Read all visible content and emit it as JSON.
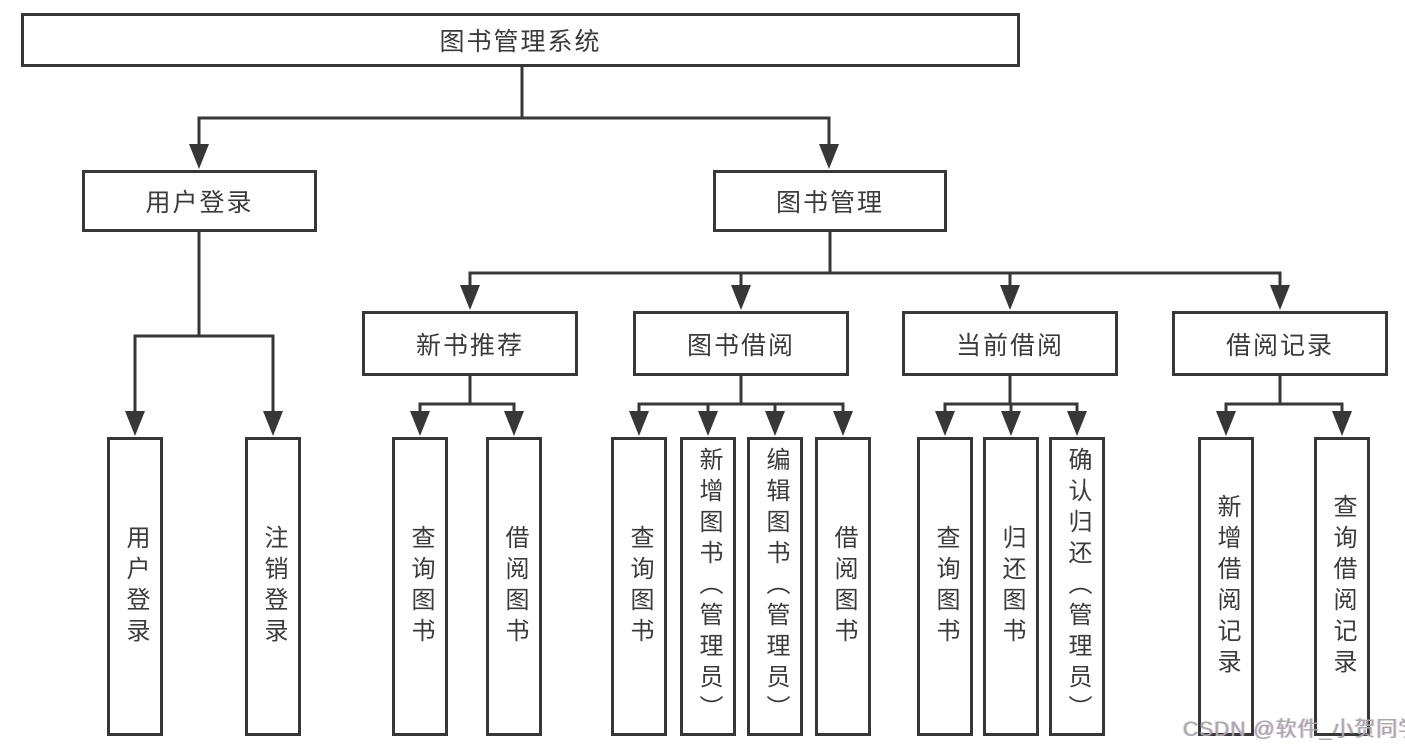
{
  "tree": {
    "root": {
      "label": "图书管理系统",
      "children": [
        {
          "label": "用户登录",
          "children": [
            {
              "label": "用户登录"
            },
            {
              "label": "注销登录"
            }
          ]
        },
        {
          "label": "图书管理",
          "children": [
            {
              "label": "新书推荐",
              "children": [
                {
                  "label": "查询图书"
                },
                {
                  "label": "借阅图书"
                }
              ]
            },
            {
              "label": "图书借阅",
              "children": [
                {
                  "label": "查询图书"
                },
                {
                  "label": "新增图书（管理员）"
                },
                {
                  "label": "编辑图书（管理员）"
                },
                {
                  "label": "借阅图书"
                }
              ]
            },
            {
              "label": "当前借阅",
              "children": [
                {
                  "label": "查询图书"
                },
                {
                  "label": "归还图书"
                },
                {
                  "label": "确认归还（管理员）"
                }
              ]
            },
            {
              "label": "借阅记录",
              "children": [
                {
                  "label": "新增借阅记录"
                },
                {
                  "label": "查询借阅记录"
                }
              ]
            }
          ]
        }
      ]
    }
  },
  "watermark": "CSDN @软件_小贺同学",
  "colors": {
    "line": "#373737",
    "text": "#3b3b3e",
    "watermark": "#a8a8ab",
    "background": "#ffffff"
  }
}
